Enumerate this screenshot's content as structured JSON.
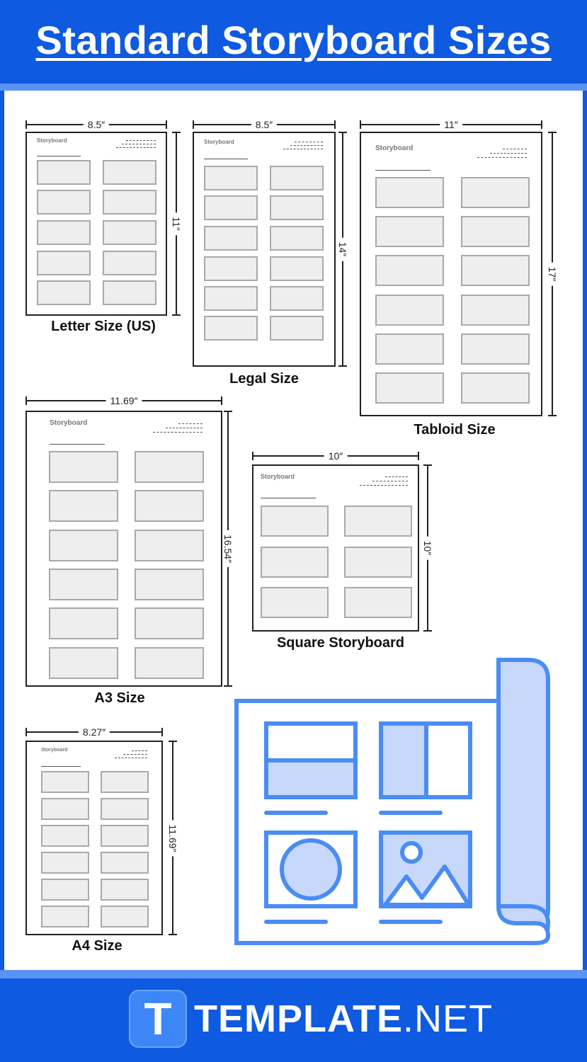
{
  "title": "Standard Storyboard Sizes",
  "storyboard_label": "Storyboard",
  "sheets": {
    "letter": {
      "caption": "Letter Size (US)",
      "width": "8.5″",
      "height": "11″"
    },
    "legal": {
      "caption": "Legal Size",
      "width": "8.5″",
      "height": "14″"
    },
    "tabloid": {
      "caption": "Tabloid Size",
      "width": "11″",
      "height": "17″"
    },
    "a3": {
      "caption": "A3 Size",
      "width": "11.69″",
      "height": "16.54″"
    },
    "square": {
      "caption": "Square Storyboard",
      "width": "10″",
      "height": "10″"
    },
    "a4": {
      "caption": "A4 Size",
      "width": "8.27″",
      "height": "11.69″"
    }
  },
  "footer": {
    "brand_bold": "TEMPLATE",
    "brand_light": ".NET",
    "logo_letter": "T"
  },
  "colors": {
    "brand_blue": "#0e5ae0",
    "accent_blue": "#4a8cf5",
    "fill_blue": "#c7d8fb"
  }
}
